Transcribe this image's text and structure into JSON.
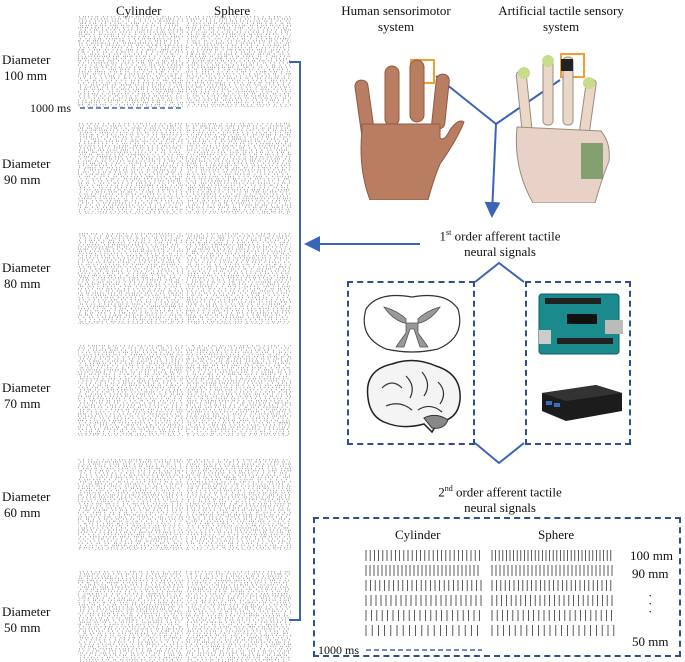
{
  "raster": {
    "column_titles": [
      "Cylinder",
      "Sphere"
    ],
    "rows": [
      {
        "label_line1": "Diameter",
        "label_line2": "100 mm"
      },
      {
        "label_line1": "Diameter",
        "label_line2": "90 mm"
      },
      {
        "label_line1": "Diameter",
        "label_line2": "80 mm"
      },
      {
        "label_line1": "Diameter",
        "label_line2": "70 mm"
      },
      {
        "label_line1": "Diameter",
        "label_line2": "60 mm"
      },
      {
        "label_line1": "Diameter",
        "label_line2": "50 mm"
      }
    ],
    "scale_label": "1000 ms"
  },
  "systems": {
    "human_line1": "Human sensorimotor",
    "human_line2": "system",
    "artificial_line1": "Artificial tactile sensory",
    "artificial_line2": "system"
  },
  "first_order": {
    "prefix": "1",
    "sup": "st",
    "line1_rest": " order afferent tactile",
    "line2": "neural signals"
  },
  "second_order": {
    "prefix": "2",
    "sup": "nd",
    "line1_rest": " order afferent tactile",
    "line2": "neural signals"
  },
  "bottom_panel": {
    "cylinder": "Cylinder",
    "sphere": "Sphere",
    "diam_top": "100 mm",
    "diam_second": "90 mm",
    "diam_bottom": "50 mm",
    "scale_label": "1000 ms"
  },
  "colors": {
    "arrow_blue": "#3a64b8",
    "dash_blue": "#2f4f8f",
    "highlight_orange": "#f0a030"
  }
}
